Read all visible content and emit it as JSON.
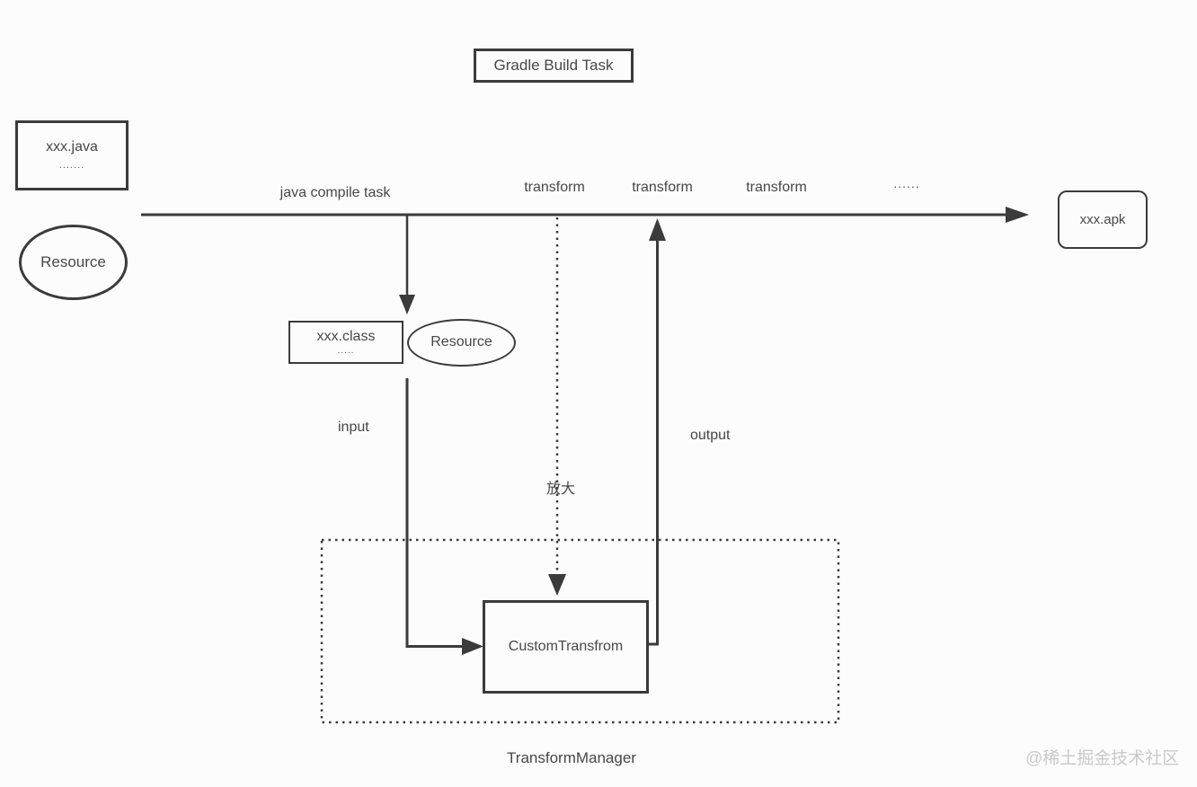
{
  "colors": {
    "background": "#fcfcfc",
    "line": "#3b3b3b",
    "text": "#474747",
    "watermark": "#c9c9c9"
  },
  "nodes": {
    "gradle_build_task": "Gradle Build Task",
    "xxx_java": "xxx.java",
    "xxx_java_dots": ".......",
    "resource_left": "Resource",
    "xxx_class": "xxx.class",
    "xxx_class_dots": ".....",
    "resource_mid": "Resource",
    "xxx_apk": "xxx.apk",
    "custom_transform": "CustomTransfrom",
    "transform_manager": "TransformManager"
  },
  "labels": {
    "java_compile_task": "java compile task",
    "transform_1": "transform",
    "transform_2": "transform",
    "transform_3": "transform",
    "more_dots": "......",
    "input": "input",
    "output": "output",
    "zoom_in": "放大"
  },
  "watermark": "@稀土掘金技术社区"
}
